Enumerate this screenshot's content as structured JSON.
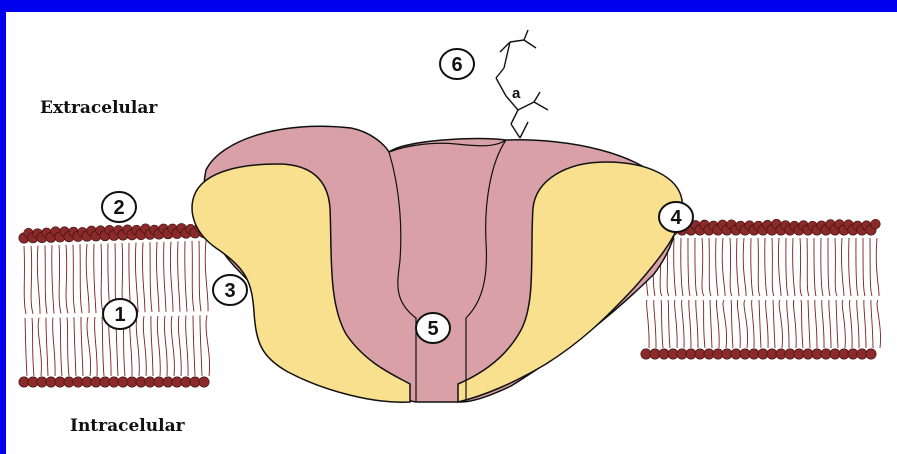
{
  "labels": {
    "extracellular": "Extracelular",
    "intracellular": "Intracelular"
  },
  "callouts": [
    {
      "id": "1",
      "text": "1"
    },
    {
      "id": "2",
      "text": "2"
    },
    {
      "id": "3",
      "text": "3"
    },
    {
      "id": "4",
      "text": "4"
    },
    {
      "id": "5",
      "text": "5"
    },
    {
      "id": "6",
      "text": "6"
    }
  ],
  "glycan_letter": "a",
  "colors": {
    "frame": "#0000ee",
    "phospholipid_head": "#8b2a2a",
    "lipid_tail": "#7a1f1f",
    "protein_outer": "#d9a1a7",
    "protein_inner": "#f8e08e",
    "outline": "#111111"
  }
}
